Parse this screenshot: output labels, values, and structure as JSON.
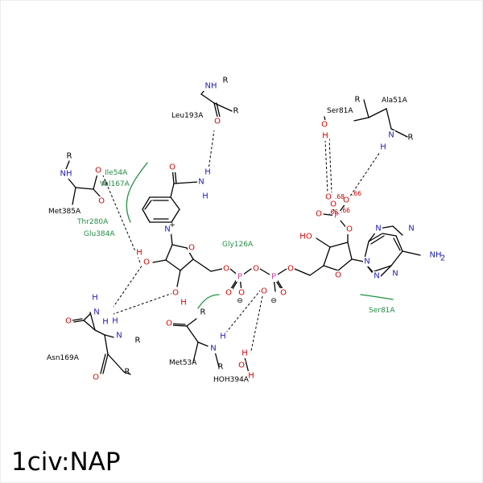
{
  "title": "1civ:NAP",
  "colors": {
    "O": "#e00000",
    "N": "#2020c0",
    "P": "#d040a0",
    "hydrophobic": "#209040"
  },
  "distances": [
    ".68",
    ".66",
    ".66",
    ".66"
  ],
  "residues": [
    {
      "id": "leu193",
      "label": "Leu193A",
      "contact": "hbond"
    },
    {
      "id": "ser81-top",
      "label": "Ser81A",
      "contact": "hbond"
    },
    {
      "id": "ala51",
      "label": "Ala51A",
      "contact": "hbond"
    },
    {
      "id": "ile54",
      "label": "Ile54A",
      "contact": "hydrophobic"
    },
    {
      "id": "val167",
      "label": "Val167A",
      "contact": "hydrophobic"
    },
    {
      "id": "met385",
      "label": "Met385A",
      "contact": "hbond"
    },
    {
      "id": "thr280",
      "label": "Thr280A",
      "contact": "hydrophobic"
    },
    {
      "id": "glu384",
      "label": "Glu384A",
      "contact": "hydrophobic"
    },
    {
      "id": "gly126",
      "label": "Gly126A",
      "contact": "hydrophobic"
    },
    {
      "id": "asn169",
      "label": "Asn169A",
      "contact": "hbond"
    },
    {
      "id": "met53",
      "label": "Met53A",
      "contact": "hbond"
    },
    {
      "id": "hoh394",
      "label": "HOH394A",
      "contact": "hbond"
    },
    {
      "id": "ser81-bottom",
      "label": "Ser81A",
      "contact": "hydrophobic"
    }
  ]
}
